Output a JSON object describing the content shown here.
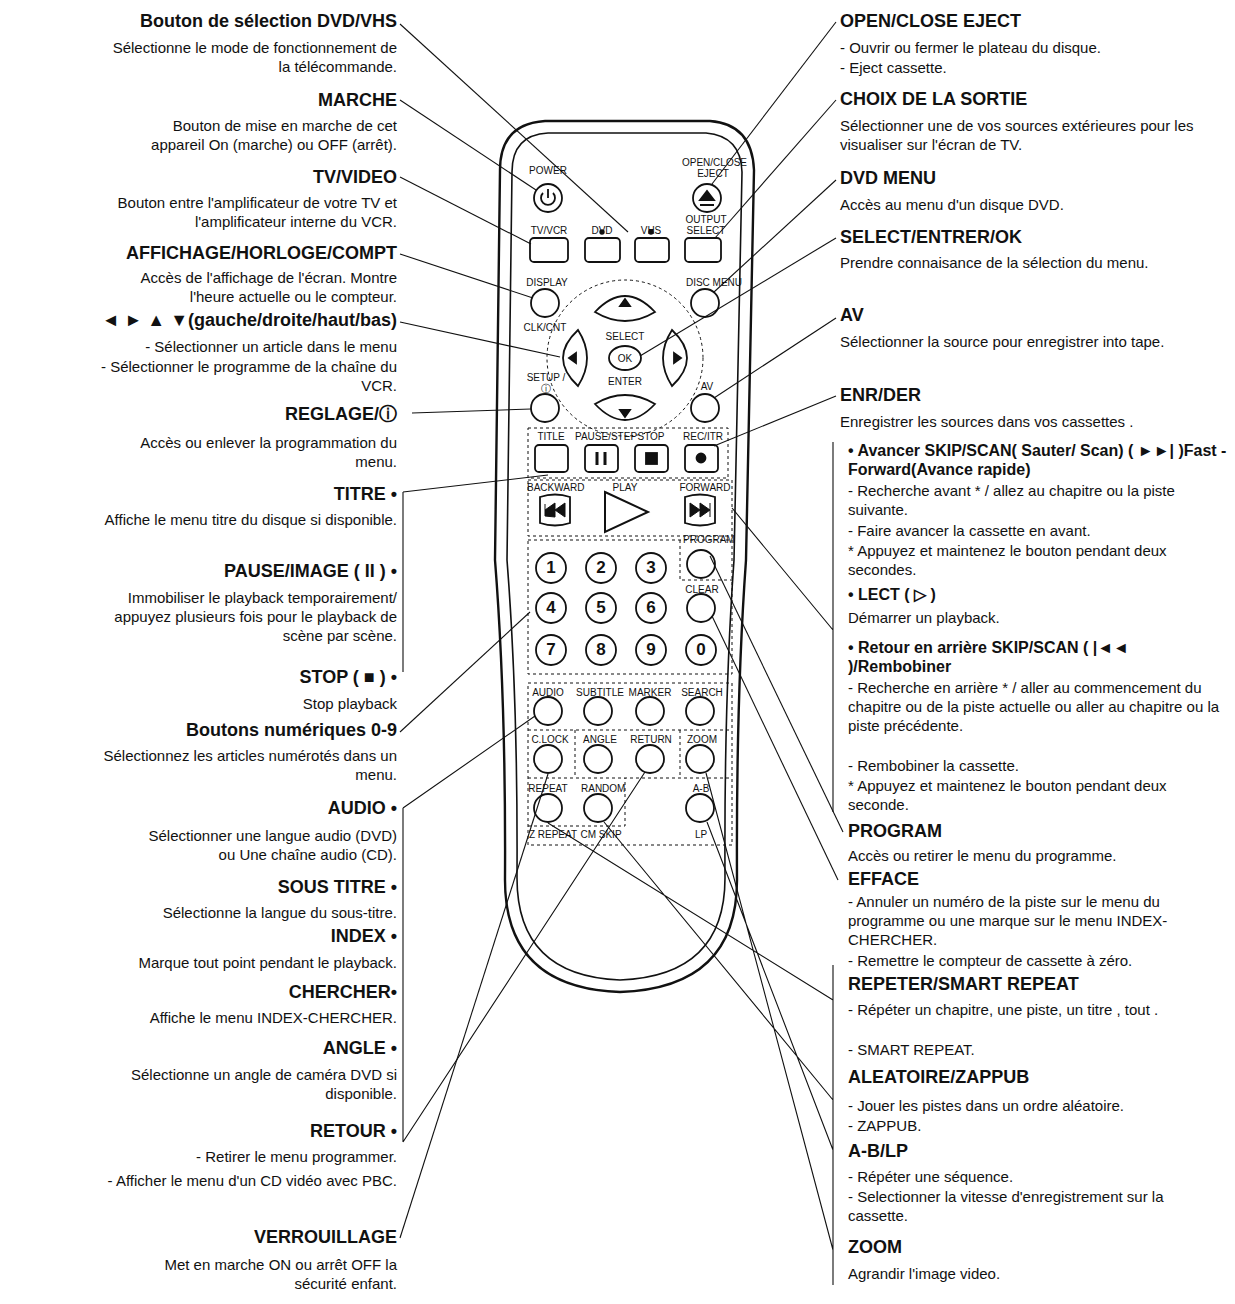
{
  "diagram": {
    "labels": [
      "Bouton de sélection DVD/VHS",
      "Sélectionne le mode de fonctionnement de la télécommande.",
      "MARCHE",
      "Bouton de mise en marche de cet appareil On (marche) ou OFF (arrêt).",
      "TV/VIDEO",
      "Bouton entre l'amplificateur de votre TV et l'amplificateur interne du VCR.",
      "AFFICHAGE/HORLOGE/COMPT",
      "Accès de l'affichage de l'écran. Montre l'heure actuelle ou le compteur.",
      "◄ ► ▲ ▼(gauche/droite/haut/bas)",
      "- Sélectionner un article dans le menu",
      "- Sélectionner le programme de la chaîne du VCR.",
      "REGLAGE/ⓘ",
      "Accès ou enlever la programmation du menu.",
      "TITRE •",
      "Affiche le menu titre du disque si disponible.",
      "PAUSE/IMAGE ( II ) •",
      "Immobiliser le playback temporairement/ appuyez plusieurs fois pour le playback de scène par scène.",
      "STOP ( ■ ) •",
      "Stop playback",
      "Boutons numériques 0-9",
      "Sélectionnez les articles numérotés dans un menu.",
      "AUDIO •",
      "Sélectionner une langue audio (DVD) ou Une chaîne audio (CD).",
      "SOUS TITRE •",
      "Sélectionne la langue du sous-titre.",
      "INDEX •",
      "Marque tout point pendant le playback.",
      "CHERCHER•",
      "Affiche le menu INDEX-CHERCHER.",
      "ANGLE •",
      "Sélectionne un angle de caméra DVD si disponible.",
      "RETOUR •",
      "- Retirer le menu programmer.",
      "- Afficher le menu d'un CD vidéo avec PBC.",
      "VERROUILLAGE",
      "Met en marche ON ou arrêt OFF la sécurité enfant.",
      "OPEN/CLOSE EJECT",
      "- Ouvrir ou fermer le plateau du disque.",
      "- Eject cassette.",
      "CHOIX DE LA SORTIE",
      "Sélectionner une de vos sources extérieures pour les visualiser sur l'écran de TV.",
      "DVD MENU",
      "Accès au menu d'un disque DVD.",
      "SELECT/ENTRER/OK",
      "Prendre connaisance de la sélection du menu.",
      "AV",
      "Sélectionner la source pour enregistrer into tape.",
      "ENR/DER",
      "Enregistrer les sources dans vos cassettes .",
      "• Avancer SKIP/SCAN( Sauter/ Scan) ( ►►| )Fast - Forward(Avance rapide)",
      "- Recherche avant * / allez au chapitre ou la piste suivante.",
      "- Faire avancer la cassette en avant.",
      "* Appuyez et maintenez le bouton pendant deux secondes.",
      "• LECT ( ▷ )",
      "Démarrer un playback.",
      "• Retour en arrière SKIP/SCAN ( |◄◄ )/Rembobiner",
      "- Recherche en arrière * / aller au commencement du chapitre ou de la piste actuelle ou aller au chapitre ou la piste précédente.",
      "- Rembobiner la cassette.",
      "* Appuyez et maintenez le bouton pendant deux seconde.",
      "PROGRAM",
      "Accès ou retirer le menu du programme.",
      "EFFACE",
      "- Annuler un numéro de la piste sur le menu du programme ou une marque sur le menu INDEX-CHERCHER.",
      "- Remettre le compteur de cassette à zéro.",
      "REPETER/SMART REPEAT",
      "- Répéter un chapitre, une piste, un titre , tout .",
      "- SMART REPEAT.",
      "ALEATOIRE/ZAPPUB",
      "- Jouer les pistes dans un ordre aléatoire.",
      "- ZAPPUB.",
      "A-B/LP",
      "- Répéter une séquence.",
      "- Selectionner la vitesse d'enregistrement sur la cassette.",
      "ZOOM",
      "Agrandir l'image video.",
      "POWER",
      "OPEN/CLOSE EJECT",
      "TV/VCR",
      "DVD",
      "VHS",
      "OUTPUT SELECT",
      "DISPLAY",
      "DISC MENU",
      "CLK/CNT",
      "SELECT",
      "OK",
      "ENTER",
      "SETUP /ⓘ",
      "AV",
      "TITLE",
      "PAUSE/STEP",
      "STOP",
      "REC/ITR",
      "BACKWARD",
      "PLAY",
      "FORWARD",
      "PROGRAM",
      "CLEAR",
      "1",
      "2",
      "3",
      "4",
      "5",
      "6",
      "7",
      "8",
      "9",
      "0",
      "AUDIO",
      "SUBTITLE",
      "MARKER",
      "SEARCH",
      "C.LOCK",
      "ANGLE",
      "RETURN",
      "ZOOM",
      "REPEAT",
      "RANDOM",
      "A-B",
      "Z REPEAT",
      "CM SKIP",
      "LP"
    ]
  }
}
